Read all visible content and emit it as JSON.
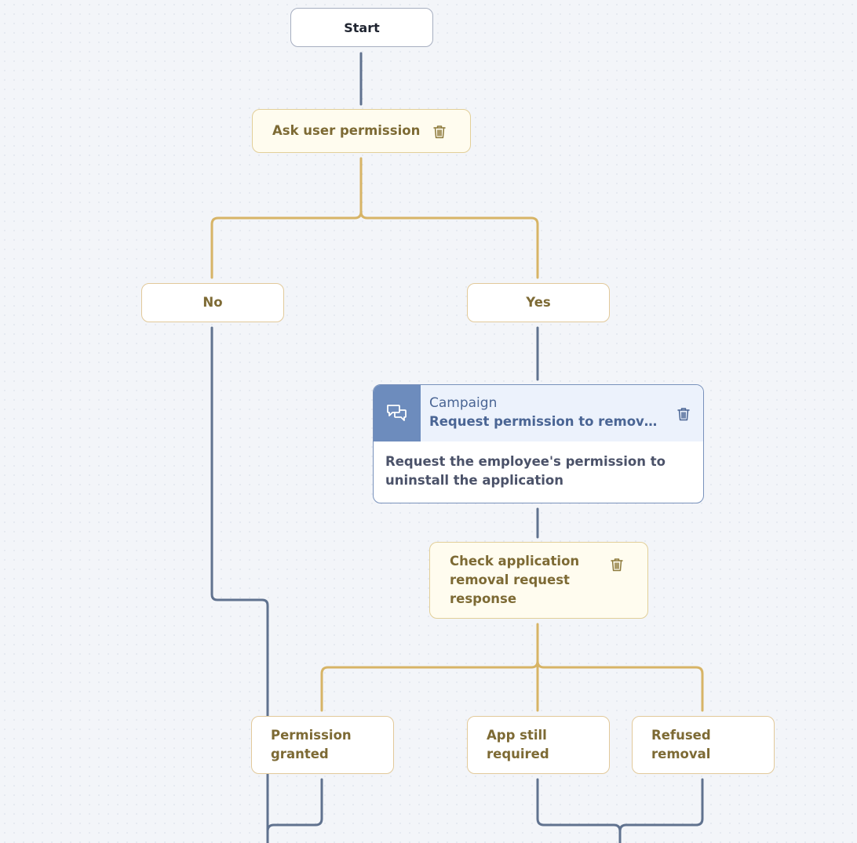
{
  "flow": {
    "start": {
      "label": "Start"
    },
    "ask_permission": {
      "label": "Ask user permission",
      "delete_icon": "trash-icon"
    },
    "branch_no": {
      "label": "No"
    },
    "branch_yes": {
      "label": "Yes"
    },
    "campaign": {
      "type_label": "Campaign",
      "title": "Request permission to remove a…",
      "description": "Request the employee's permission to uninstall the application",
      "icon": "chat-bubbles-icon",
      "delete_icon": "trash-icon"
    },
    "check_response": {
      "label": "Check application\nremoval request\nresponse",
      "delete_icon": "trash-icon"
    },
    "branch_granted": {
      "label": "Permission\ngranted"
    },
    "branch_still_required": {
      "label": "App still\nrequired"
    },
    "branch_refused": {
      "label": "Refused\nremoval"
    }
  },
  "colors": {
    "canvas_background": "#f3f5f9",
    "flow_connector": "#60728f",
    "branch_connector": "#d7b466",
    "step_fill": "#fffcef",
    "step_border": "#e2cf99",
    "step_text": "#7d6a34",
    "campaign_accent": "#6d8cbd",
    "campaign_header_fill": "#ecf2fc",
    "campaign_text": "#4a6594"
  }
}
